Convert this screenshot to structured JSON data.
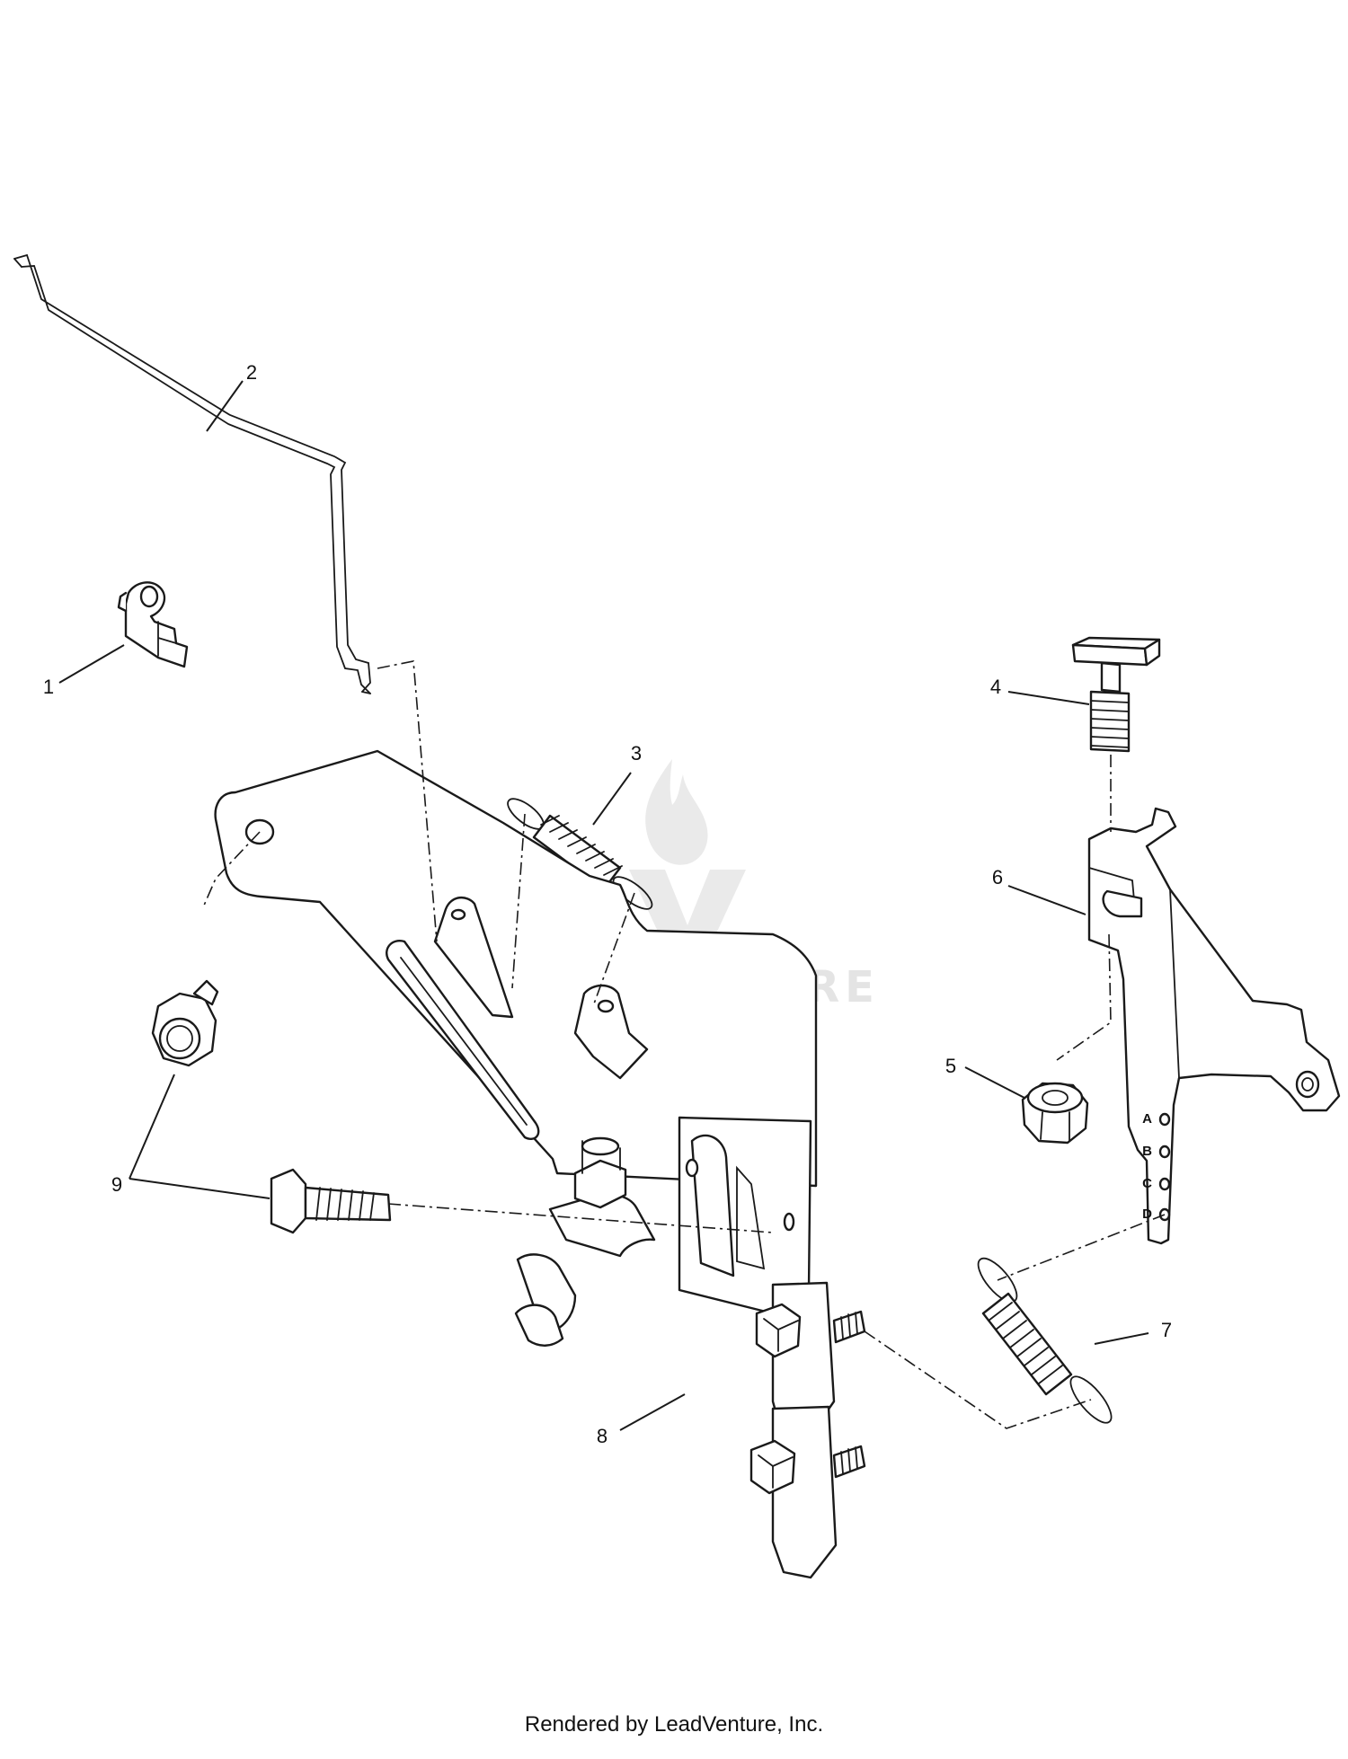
{
  "diagram": {
    "callouts": {
      "c1": "1",
      "c2": "2",
      "c3": "3",
      "c4": "4",
      "c5": "5",
      "c6": "6",
      "c7": "7",
      "c8": "8",
      "c9": "9"
    },
    "bracket_hole_letters": [
      "A",
      "B",
      "C",
      "D"
    ],
    "watermark": "LEADVENTURE"
  },
  "footer": {
    "text": "Rendered by LeadVenture, Inc."
  }
}
